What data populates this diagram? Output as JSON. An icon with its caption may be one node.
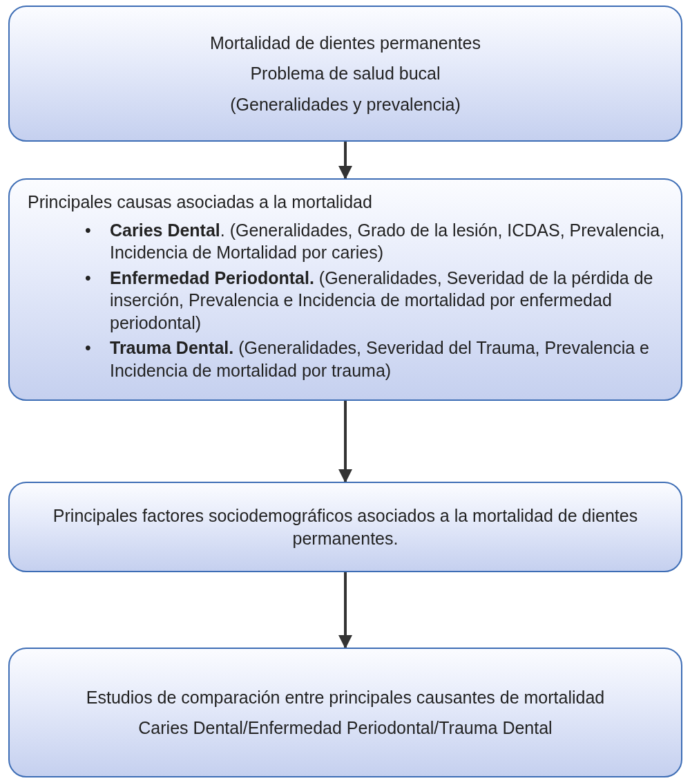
{
  "diagram": {
    "nodes": [
      {
        "text": [
          "Mortalidad de dientes permanentes",
          "Problema de salud bucal",
          "(Generalidades y prevalencia)"
        ]
      },
      {
        "text": [
          "Principales causas asociadas a la mortalidad",
          "**Caries Dental**. (Generalidades, Grado de la lesión, ICDAS, Prevalencia, Incidencia de Mortalidad por caries)",
          "**Enfermedad Periodontal.** (Generalidades, Severidad de la pérdida de inserción, Prevalencia e Incidencia de mortalidad por enfermedad periodontal)",
          "**Trauma Dental.** (Generalidades, Severidad del Trauma, Prevalencia e Incidencia de mortalidad por trauma)"
        ]
      },
      {
        "text": [
          "Principales factores sociodemográficos asociados a la mortalidad de dientes permanentes."
        ]
      },
      {
        "text": [
          "Estudios de comparación entre principales causantes de mortalidad",
          "Caries Dental/Enfermedad Periodontal/Trauma Dental"
        ]
      }
    ],
    "edges": [
      {
        "from": 0,
        "to": 1,
        "arrow": "to"
      },
      {
        "from": 1,
        "to": 2,
        "arrow": "to"
      },
      {
        "from": 2,
        "to": 3,
        "arrow": "to"
      }
    ],
    "labels": [
      "•",
      "•",
      "•"
    ]
  }
}
